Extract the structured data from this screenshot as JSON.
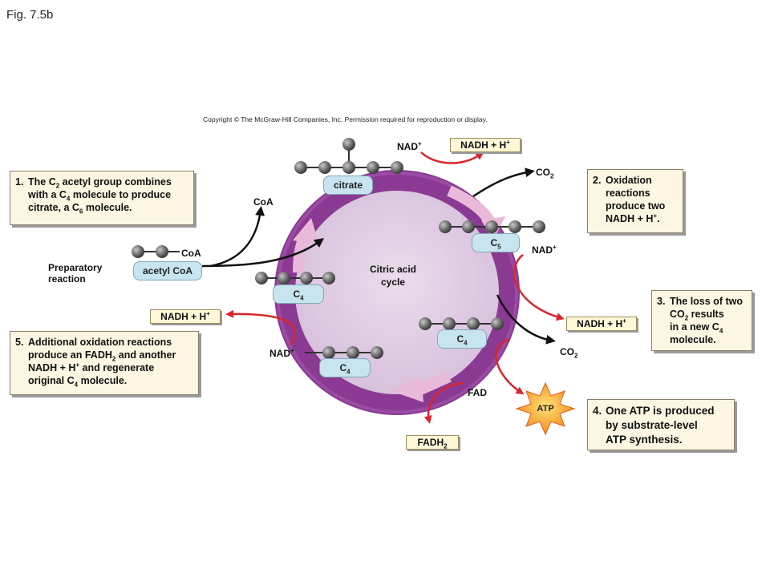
{
  "figure_label": "Fig. 7.5b",
  "copyright": "Copyright © The McGraw-Hill Companies, Inc. Permission required for reproduction or display.",
  "center_label_line1": "Citric acid",
  "center_label_line2": "cycle",
  "molecules": {
    "citrate": "citrate",
    "acetyl_coa": "acetyl CoA",
    "c5": "C",
    "c5_sub": "5",
    "c4_left": "C",
    "c4_left_sub": "4",
    "c4_right": "C",
    "c4_right_sub": "4",
    "c4_bottom": "C",
    "c4_bottom_sub": "4"
  },
  "labels": {
    "preparatory_1": "Preparatory",
    "preparatory_2": "reaction",
    "coa_attached": "CoA",
    "coa_released": "CoA",
    "nad_top": "NAD",
    "nad_right": "NAD",
    "nad_left": "NAD",
    "co2_top": "CO",
    "co2_bottom": "CO",
    "fad": "FAD",
    "atp": "ATP"
  },
  "products": {
    "nadh_top": "NADH + H",
    "nadh_right": "NADH + H",
    "nadh_left": "NADH + H",
    "fadh2": "FADH",
    "fadh2_sub": "2"
  },
  "notes": {
    "n1": {
      "num": "1.",
      "l1a": "The C",
      "l1b": "2",
      "l1c": " acetyl group combines",
      "l2a": "with a C",
      "l2b": "4",
      "l2c": " molecule to produce",
      "l3a": "citrate, a C",
      "l3b": "6",
      "l3c": " molecule."
    },
    "n2": {
      "num": "2.",
      "l1": "Oxidation",
      "l2": "reactions",
      "l3": "produce two",
      "l4a": "NADH + H",
      "l4b": "+",
      "l4c": "."
    },
    "n3": {
      "num": "3.",
      "l1": "The loss of two",
      "l2a": "CO",
      "l2b": "2",
      "l2c": " results",
      "l3a": "in a new C",
      "l3b": "4",
      "l4": "molecule."
    },
    "n4": {
      "num": "4.",
      "l1": "One ATP is produced",
      "l2": "by substrate-level",
      "l3": "ATP synthesis."
    },
    "n5": {
      "num": "5.",
      "l1": "Additional oxidation reactions",
      "l2a": "produce an FADH",
      "l2b": "2",
      "l2c": " and another",
      "l3a": "NADH + H",
      "l3b": "+",
      "l3c": " and regenerate",
      "l4a": "original C",
      "l4b": "4",
      "l4c": " molecule."
    }
  },
  "colors": {
    "ring": "#8b3a93",
    "ring_inner": "#ddc8e2",
    "arrow_pink": "#e9b9d9",
    "red_arrow": "#d9262b",
    "note_bg": "#fdf6e3",
    "pill_bg": "#c8e4ee",
    "atom": "#777777"
  }
}
